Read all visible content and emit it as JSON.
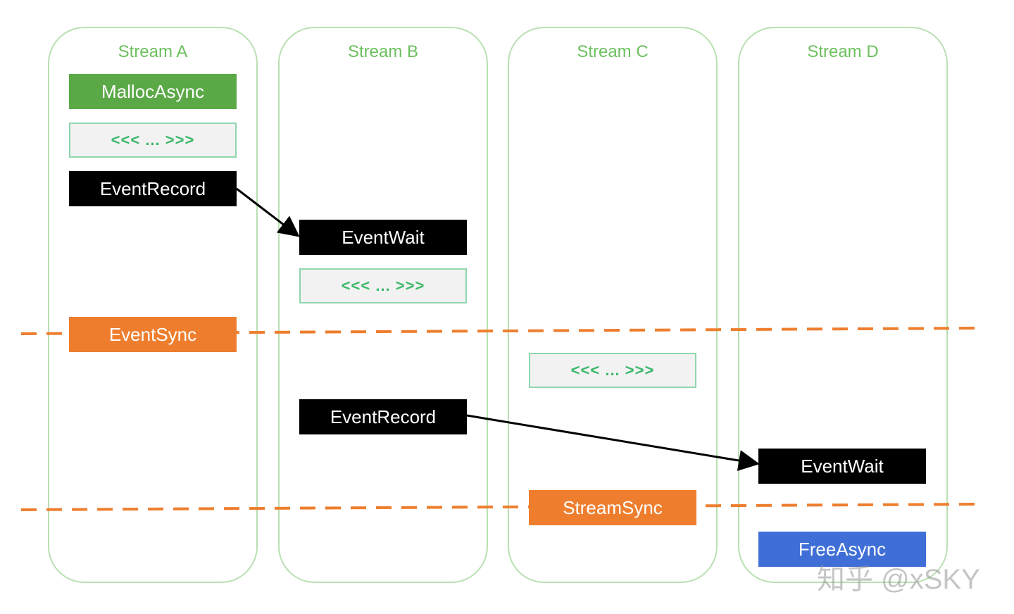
{
  "lanes": [
    {
      "title": "Stream A"
    },
    {
      "title": "Stream B"
    },
    {
      "title": "Stream C"
    },
    {
      "title": "Stream D"
    }
  ],
  "ops": {
    "a_malloc": "MallocAsync",
    "a_kernel": "<<< ... >>>",
    "a_record": "EventRecord",
    "a_eventsync": "EventSync",
    "b_wait": "EventWait",
    "b_kernel": "<<< ... >>>",
    "b_record": "EventRecord",
    "c_kernel": "<<< ... >>>",
    "c_streamsync": "StreamSync",
    "d_wait": "EventWait",
    "d_free": "FreeAsync"
  },
  "watermark": "知乎 @xSKY",
  "colors": {
    "lane_border": "#b9e0b2",
    "lane_title": "#6cc05e",
    "sync_line": "#ee7e2e",
    "event_box": "#000000",
    "malloc_box": "#5aa846",
    "sync_box": "#ee7e2e",
    "free_box": "#3f6fd6",
    "kernel_text": "#3cb86a"
  }
}
